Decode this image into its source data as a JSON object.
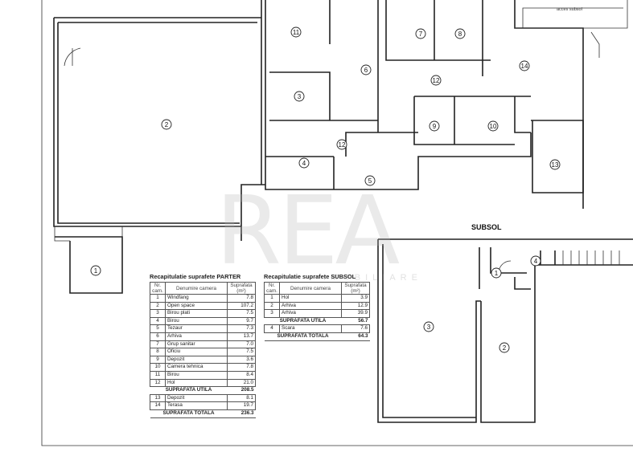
{
  "plan": {
    "subsol_title": "SUBSOL",
    "acces_label": "acces subsol",
    "watermark": "REA",
    "watermark_sub": "IMOBILIARE",
    "ground_room_labels": [
      "2",
      "11",
      "6",
      "7",
      "8",
      "14",
      "12",
      "3",
      "9",
      "10",
      "12",
      "4",
      "5",
      "13",
      "1"
    ],
    "basement_room_labels": [
      "1",
      "4",
      "3",
      "2"
    ]
  },
  "parter_table": {
    "title": "Recapitulatie suprafete PARTER",
    "headers": [
      "Nr. cam.",
      "Denumire camera",
      "Suprafata (m²)"
    ],
    "rows": [
      {
        "nr": "1",
        "name": "Windfang",
        "area": "7.8"
      },
      {
        "nr": "2",
        "name": "Open space",
        "area": "107.2"
      },
      {
        "nr": "3",
        "name": "Birou plati",
        "area": "7.5"
      },
      {
        "nr": "4",
        "name": "Birou",
        "area": "9.7"
      },
      {
        "nr": "5",
        "name": "Tezaur",
        "area": "7.3"
      },
      {
        "nr": "6",
        "name": "Arhiva",
        "area": "13.7"
      },
      {
        "nr": "7",
        "name": "Grup sanitar",
        "area": "7.0"
      },
      {
        "nr": "8",
        "name": "Oficiu",
        "area": "7.5"
      },
      {
        "nr": "9",
        "name": "Depozit",
        "area": "3.6"
      },
      {
        "nr": "10",
        "name": "Camera tehnica",
        "area": "7.8"
      },
      {
        "nr": "11",
        "name": "Birou",
        "area": "8.4"
      },
      {
        "nr": "12",
        "name": "Hol",
        "area": "21.0"
      }
    ],
    "utila_label": "SUPRAFATA UTILA",
    "utila_value": "208.5",
    "extra_rows": [
      {
        "nr": "13",
        "name": "Depozit",
        "area": "8.1"
      },
      {
        "nr": "14",
        "name": "Terasa",
        "area": "19.7"
      }
    ],
    "totala_label": "SUPRAFATA TOTALA",
    "totala_value": "236.3"
  },
  "subsol_table": {
    "title": "Recapitulatie suprafete SUBSOL",
    "headers": [
      "Nr. cam.",
      "Denumire camera",
      "Suprafata (m²)"
    ],
    "rows": [
      {
        "nr": "1",
        "name": "Hol",
        "area": "3.9"
      },
      {
        "nr": "2",
        "name": "Arhiva",
        "area": "12.9"
      },
      {
        "nr": "3",
        "name": "Arhiva",
        "area": "39.9"
      }
    ],
    "utila_label": "SUPRAFATA UTILA",
    "utila_value": "56.7",
    "extra_rows": [
      {
        "nr": "4",
        "name": "Scara",
        "area": "7.6"
      }
    ],
    "totala_label": "SUPRAFATA TOTALA",
    "totala_value": "64.3"
  }
}
